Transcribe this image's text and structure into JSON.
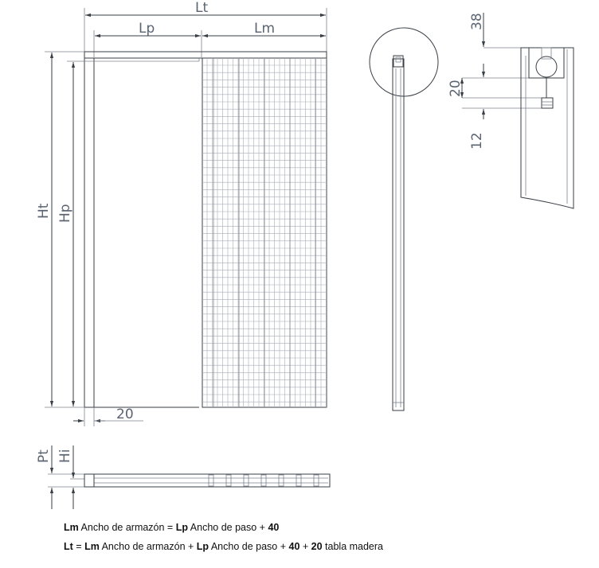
{
  "labels": {
    "lt": "Lt",
    "lp": "Lp",
    "lm": "Lm",
    "ht": "Ht",
    "hp": "Hp",
    "twenty_bottom": "20",
    "pt": "Pt",
    "hi": "Hi",
    "d38": "38",
    "d20": "20",
    "d12": "12"
  },
  "caption": {
    "line1": {
      "lm": "Lm",
      "t1": " Ancho de armazón = ",
      "lp": "Lp",
      "t2": " Ancho de paso + ",
      "n40": "40"
    },
    "line2": {
      "lt": "Lt",
      "t0": " = ",
      "lm": "Lm",
      "t1": " Ancho de armazón + ",
      "lp": "Lp",
      "t2": " Ancho de paso + ",
      "n40": "40",
      "t3": " + ",
      "n20": "20",
      "t4": " tabla madera"
    }
  }
}
